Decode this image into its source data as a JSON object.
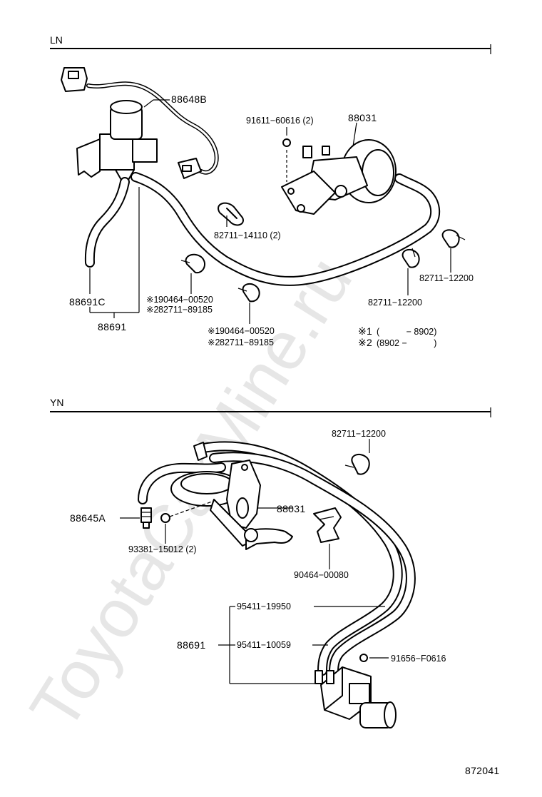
{
  "watermark": "ToyotaCarMine.ru",
  "sections": {
    "ln": {
      "title": "LN",
      "labels": {
        "p88648B": "88648B",
        "p91611": "91611−60616 (2)",
        "p88031": "88031",
        "p82711_14110": "82711−14110 (2)",
        "p82711_12200_a": "82711−12200",
        "p82711_12200_b": "82711−12200",
        "p88691C": "88691C",
        "p88691": "88691",
        "a1_part": "90464−00520",
        "a2_part": "82711−89185",
        "b1_part": "90464−00520",
        "b2_part": "82711−89185",
        "mark1": "※1",
        "mark2": "※2",
        "note1_mark": "※1",
        "note1_range": "(　　　− 8902)",
        "note2_mark": "※2",
        "note2_range": "(8902 −　　　)"
      }
    },
    "yn": {
      "title": "YN",
      "labels": {
        "p82711_12200": "82711−12200",
        "p88645A": "88645A",
        "p88031": "88031",
        "p93381": "93381−15012 (2)",
        "p90464": "90464−00080",
        "p95411_19950": "95411−19950",
        "p88691": "88691",
        "p95411_10059": "95411−10059",
        "p91656": "91656−F0616"
      }
    }
  },
  "figure_number": "872041"
}
